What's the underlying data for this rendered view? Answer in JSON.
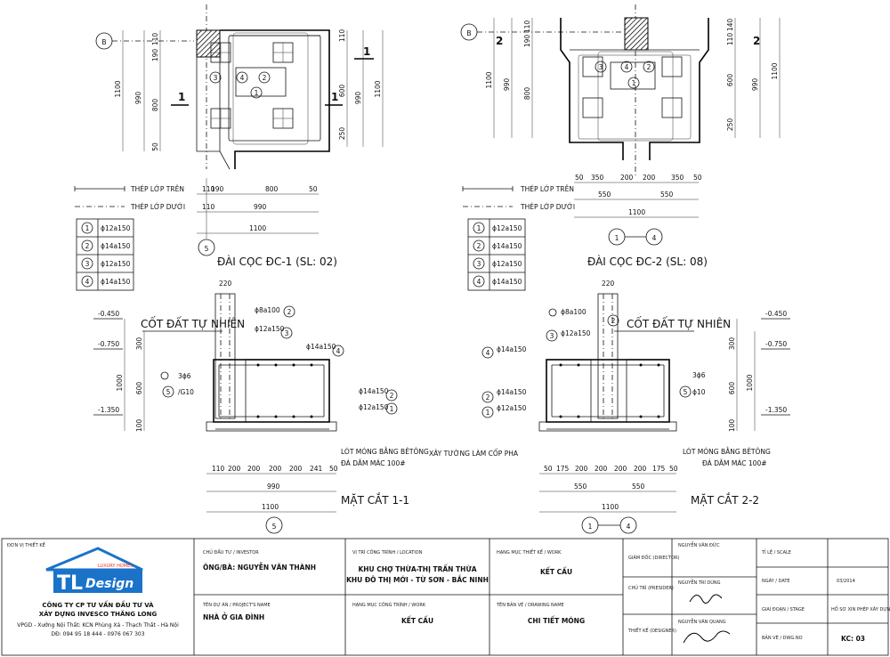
{
  "plans": {
    "dc1": {
      "title": "ĐÀI CỌC ĐC-1 (SL: 02)",
      "grid": "B",
      "axis": "5",
      "section_mark": "1",
      "vdims": [
        "110",
        "190",
        "110",
        "1100",
        "990",
        "800",
        "50",
        "600",
        "250",
        "1100",
        "990"
      ],
      "hdims_top": [
        "110",
        "190",
        "800",
        "50"
      ],
      "hdims_mid": [
        "110",
        "990"
      ],
      "hdims_total": "1100"
    },
    "dc2": {
      "title": "ĐÀI CỌC ĐC-2 (SL: 08)",
      "grid": "B",
      "axis": "1 - 4",
      "section_mark": "2",
      "vdims": [
        "110",
        "190",
        "110",
        "1100",
        "990",
        "800",
        "140",
        "110",
        "600",
        "250",
        "990",
        "1100"
      ],
      "hdims_top": [
        "50",
        "350",
        "200",
        "200",
        "350",
        "50"
      ],
      "hdims_mid": [
        "550",
        "550"
      ],
      "hdims_total": "1100"
    }
  },
  "rebar_legend": {
    "top_label": "THÉP LỚP TRÊN",
    "bottom_label": "THÉP LỚP DƯỚI",
    "rows": [
      {
        "no": "1",
        "spec": "ϕ12a150"
      },
      {
        "no": "2",
        "spec": "ϕ14a150"
      },
      {
        "no": "3",
        "spec": "ϕ12a150"
      },
      {
        "no": "4",
        "spec": "ϕ14a150"
      }
    ]
  },
  "sections": {
    "s11": {
      "title": "MẶT CẮT 1-1",
      "axis": "5",
      "levels": [
        "-0.450",
        "-0.750",
        "-1.350"
      ],
      "natural_ground": "CỐT ĐẤT TỰ NHIÊN",
      "vdims": [
        "300",
        "1000",
        "600",
        "100"
      ],
      "callouts": [
        "ϕ8a100",
        "ϕ12a150",
        "ϕ14a150",
        "3ϕ6",
        "/G10",
        "ϕ14a150",
        "ϕ12a150"
      ],
      "callout_nos": [
        "2",
        "3",
        "4",
        "5",
        "2",
        "1"
      ],
      "width_top": "220",
      "lining": [
        "LÓT MÓNG BẰNG BÊTÔNG",
        "ĐÁ DĂM MÁC 100#"
      ],
      "hdims": [
        "110",
        "200",
        "200",
        "200",
        "200",
        "241",
        "50"
      ],
      "hdim_990": "990",
      "hdim_total": "1100"
    },
    "s22": {
      "title": "MẶT CẮT 2-2",
      "axis": "1 - 4",
      "levels": [
        "-0.450",
        "-0.750",
        "-1.350"
      ],
      "natural_ground": "CỐT ĐẤT TỰ NHIÊN",
      "vdims": [
        "300",
        "1000",
        "600",
        "100"
      ],
      "callouts": [
        "ϕ8a100",
        "ϕ12a150",
        "ϕ14a150",
        "3ϕ6",
        "ϕ10",
        "ϕ14a150",
        "ϕ12a150"
      ],
      "callout_nos": [
        "2",
        "3",
        "4",
        "5",
        "2",
        "1"
      ],
      "width_top": "220",
      "formwork": "XÂY TƯỜNG LÀM CỐP PHA",
      "lining": [
        "LÓT MÓNG BẰNG BÊTÔNG",
        "ĐÁ DĂM MÁC 100#"
      ],
      "hdims": [
        "50",
        "175",
        "200",
        "200",
        "200",
        "200",
        "175",
        "50"
      ],
      "hdim_550": [
        "550",
        "550"
      ],
      "hdim_total": "1100"
    }
  },
  "titleblock": {
    "designer_unit_label": "ĐƠN VỊ THIẾT KẾ",
    "logo_text": "TL",
    "logo_sub": "Design",
    "logo_tag": "LUXURY HOMES",
    "company_line1": "CÔNG TY CP TƯ VẤN ĐẦU TƯ VÀ",
    "company_line2": "XÂY DỰNG INVESCO THĂNG LONG",
    "address": "VPGD - Xưởng Nội Thất: KCN Phùng Xá - Thạch Thất - Hà Nội",
    "phones": "DĐ: 094 95 18 444     -     0976 067 303",
    "investor_label": "CHỦ ĐẦU TƯ / INVESTOR",
    "investor": "ÔNG/BÀ: NGUYỄN VĂN THÀNH",
    "project_label": "TÊN DỰ ÁN / PROJECT'S NAME",
    "project": "NHÀ Ở GIA ĐÌNH",
    "location_label": "VỊ TRÍ CÔNG TRÌNH / LOCATION",
    "location1": "KHU CHỢ THỪA-THỊ TRẤN THỪA",
    "location2": "KHU ĐÔ THỊ MỚI - TỪ SƠN - BẮC NINH",
    "work_label": "HẠNG MỤC CÔNG TRÌNH / WORK",
    "work": "KẾT CẤU",
    "design_item_label": "HẠNG MỤC THIẾT KẾ / WORK",
    "design_item": "KẾT CẤU",
    "drawing_name_label": "TÊN BẢN VẼ / DRAWING NAME",
    "drawing_name": "CHI TIẾT MÓNG",
    "director_label": "GIÁM ĐỐC (DIRECTOR)",
    "director": "NGUYỄN VĂN ĐỨC",
    "presider_label": "CHỦ TRÌ (PRESIDER)",
    "presider": "NGUYỄN TRÍ DŨNG",
    "designer_label": "THIẾT KẾ (DESIGNER)",
    "designer": "NGUYỄN VĂN QUANG",
    "scale_label": "TỈ LỆ / SCALE",
    "scale": "",
    "date_label": "NGÀY / DATE",
    "date": "03/2014",
    "stage_label": "GIAI ĐOẠN / STAGE",
    "stage": "HỒ SƠ XIN PHÉP XÂY DỰNG",
    "dwg_label": "BẢN VẼ / DWG.NO",
    "dwg": "KC: 03"
  }
}
